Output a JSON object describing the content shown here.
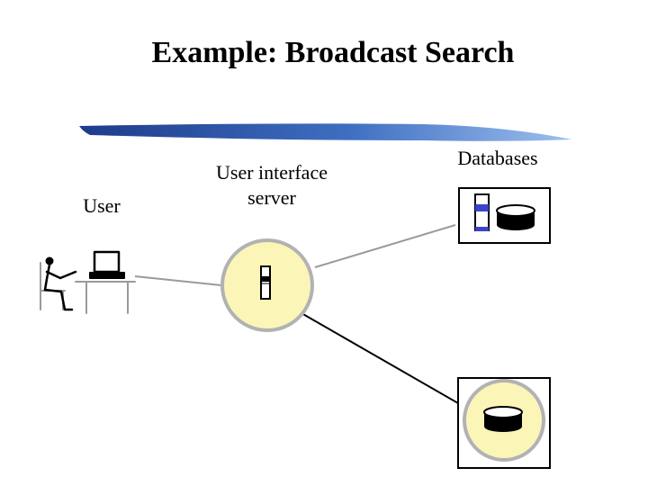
{
  "title": "Example: Broadcast Search",
  "labels": {
    "user": "User",
    "ui_server_line1": "User interface",
    "ui_server_line2": "server",
    "databases": "Databases"
  },
  "colors": {
    "brush_stroke": "#3f6fc2",
    "node_fill": "#fbf5b8",
    "node_ring": "#b2b2b2",
    "server_blue": "#3a44c8",
    "link_light": "#9a9a9a",
    "link_dark": "#000000"
  },
  "icons": [
    "user-at-computer-icon",
    "server-tower-icon",
    "database-cylinder-icon"
  ]
}
